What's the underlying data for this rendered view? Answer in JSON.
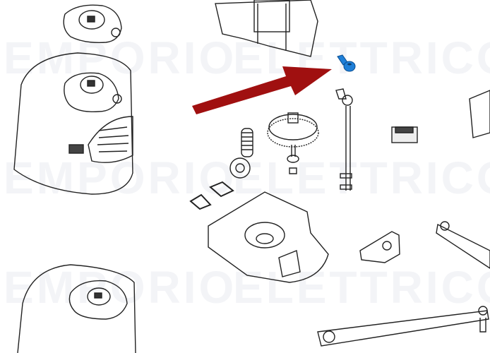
{
  "watermark": {
    "rows": [
      {
        "left": "EMPORIO",
        "right": "ELETTRICO"
      },
      {
        "left": "EMPORIO",
        "right": "ELETTRICO"
      },
      {
        "left": "EMPORIO",
        "right": "ELETTRICO"
      }
    ]
  },
  "highlight": {
    "part_name": "highlighted-blue-part",
    "color": "#1e7fd8",
    "arrow_color": "#a01010"
  }
}
